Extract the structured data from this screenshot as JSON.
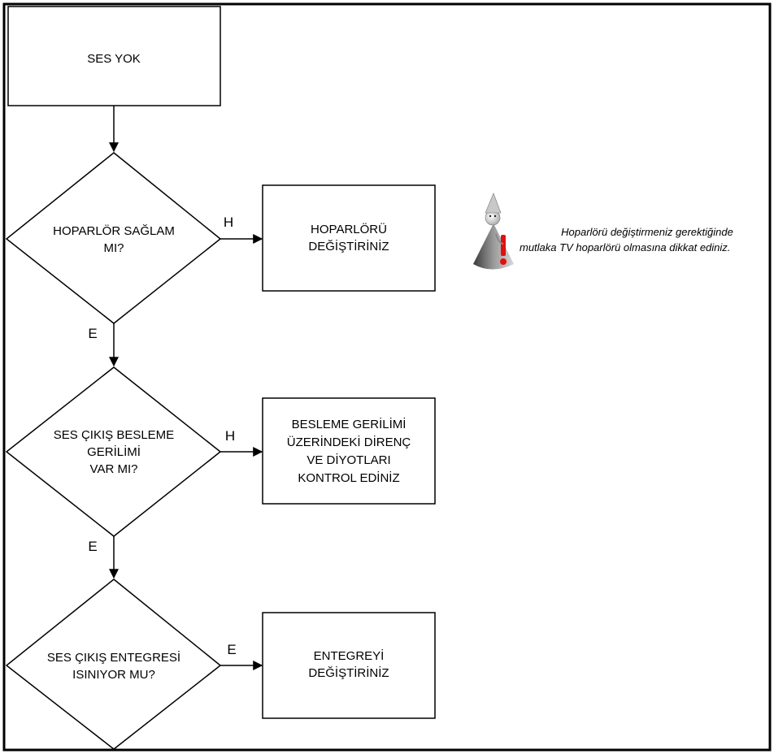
{
  "flowchart": {
    "start_box": "SES YOK",
    "decision1": {
      "line1": "HOPARLÖR SAĞLAM",
      "line2": "MI?"
    },
    "decision1_no_label": "H",
    "decision1_yes_label": "E",
    "action1": {
      "line1": "HOPARLÖRÜ",
      "line2": "DEĞİŞTİRİNİZ"
    },
    "decision2": {
      "line1": "SES ÇIKIŞ BESLEME",
      "line2": "GERİLİMİ",
      "line3": "VAR MI?"
    },
    "decision2_no_label": "H",
    "decision2_yes_label": "E",
    "action2": {
      "line1": "BESLEME GERİLİMİ",
      "line2": "ÜZERİNDEKİ DİRENÇ",
      "line3": "VE DİYOTLARI",
      "line4": "KONTROL EDİNİZ"
    },
    "decision3": {
      "line1": "SES ÇIKIŞ ENTEGRESİ",
      "line2": "ISINIYOR MU?"
    },
    "decision3_yes_label": "E",
    "action3": {
      "line1": "ENTEGREYİ",
      "line2": "DEĞİŞTİRİNİZ"
    }
  },
  "note": {
    "line1": "Hoparlörü değiştirmeniz gerektiğinde",
    "line2": "mutlaka TV hoparlörü olmasına dikkat ediniz.",
    "icon": "warning-figure-icon"
  },
  "colors": {
    "line": "#000000",
    "background": "#ffffff",
    "warning_red": "#e01010"
  }
}
